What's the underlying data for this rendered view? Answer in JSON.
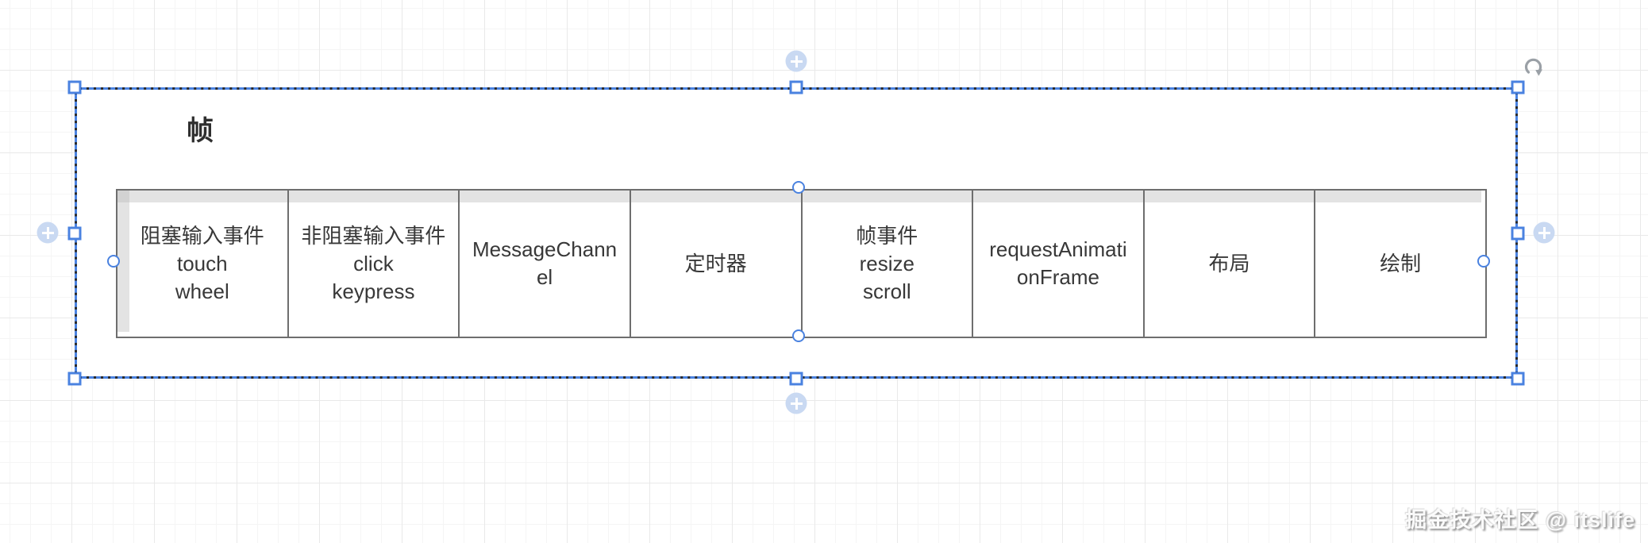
{
  "frame": {
    "title": "帧",
    "cells": [
      {
        "lines": [
          "阻塞输入事件",
          "touch",
          "wheel"
        ]
      },
      {
        "lines": [
          "非阻塞输入事件",
          "click",
          "keypress"
        ]
      },
      {
        "lines": [
          "MessageChannel"
        ]
      },
      {
        "lines": [
          "定时器"
        ]
      },
      {
        "lines": [
          "帧事件",
          "resize",
          "scroll"
        ]
      },
      {
        "lines": [
          "requestAnimationFrame"
        ]
      },
      {
        "lines": [
          "布局"
        ]
      },
      {
        "lines": [
          "绘制"
        ]
      }
    ]
  },
  "watermark": "掘金技术社区 @ itslife",
  "icons": {
    "plus": "+",
    "rotate": "↺"
  },
  "colors": {
    "selection_blue": "#4a82e0",
    "plus_button_fill": "#c9d9f2",
    "shape_border": "#2a2a2a",
    "table_border": "#6e6e6e",
    "header_strip": "#e3e3e3",
    "header_corner": "#d2d2d2",
    "cell_text": "#383838"
  }
}
